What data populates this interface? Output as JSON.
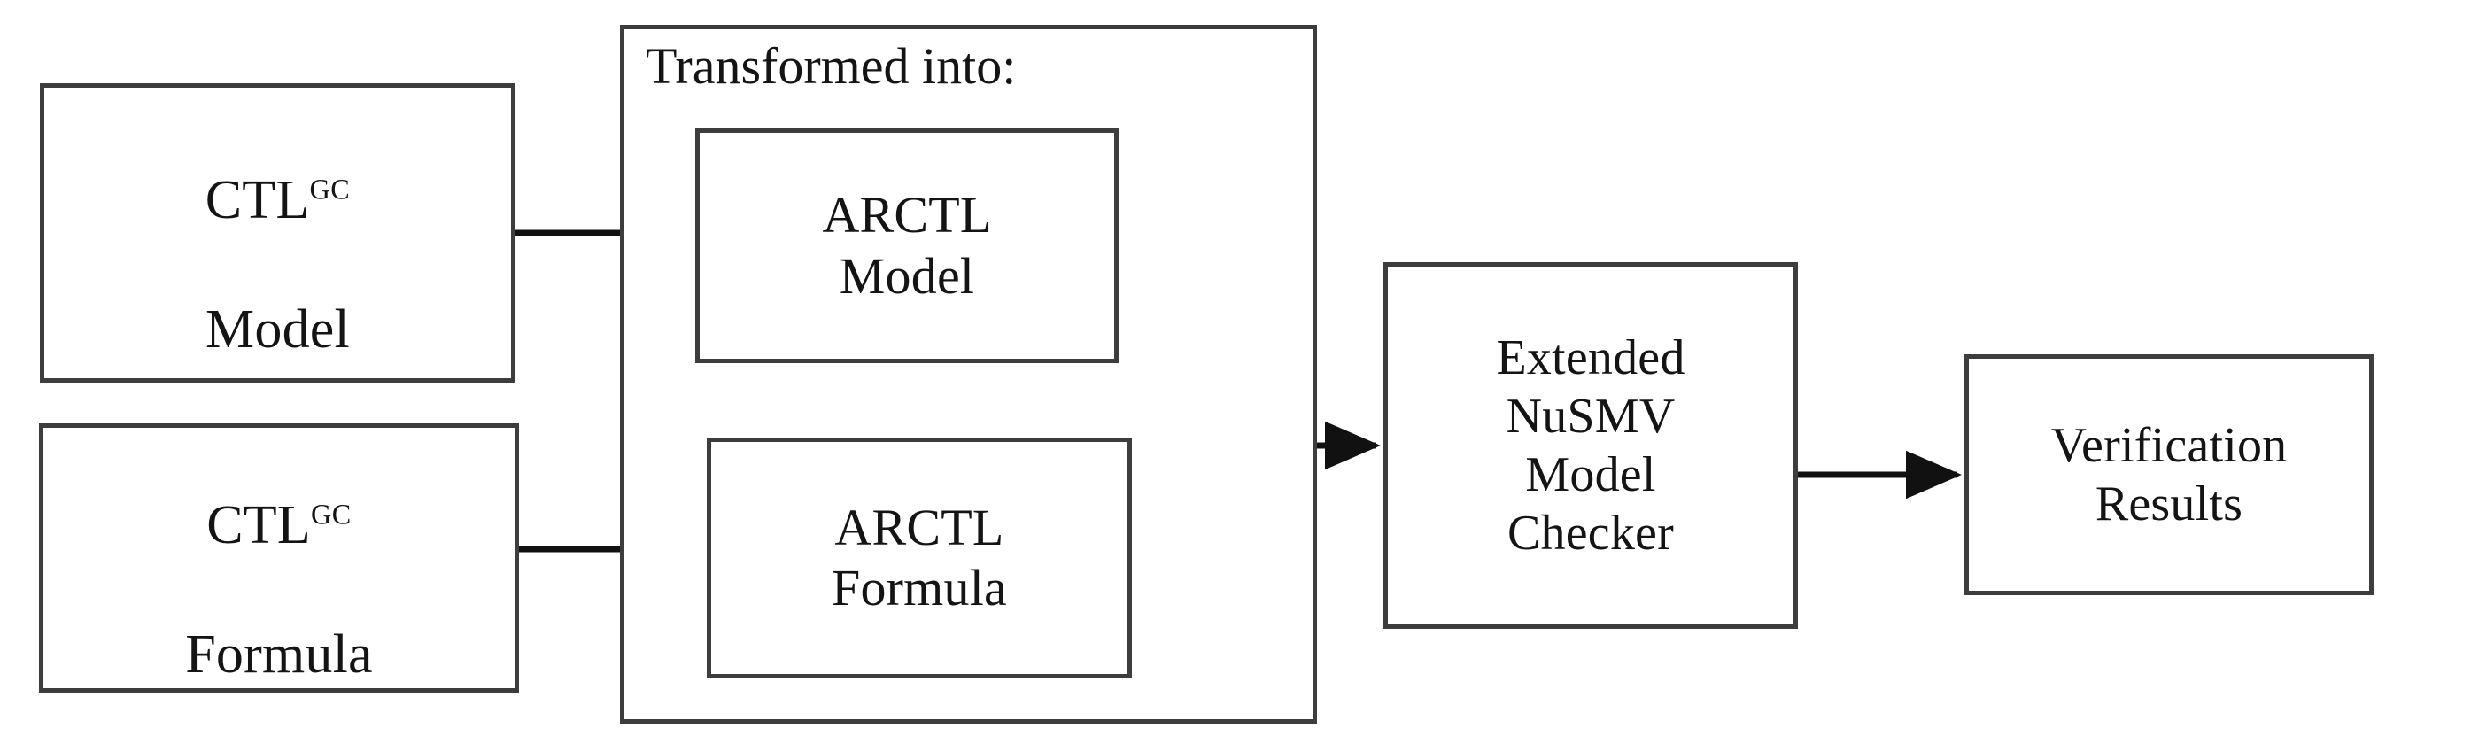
{
  "diagram": {
    "title": "CTL-GC to ARCTL model checking pipeline",
    "background_color": "#ffffff",
    "box_border_color": "#3d3d3d",
    "connector_color": "#111111",
    "text_color": "#141414"
  },
  "nodes": {
    "ctl_model": {
      "base": "CTL",
      "superscript": "GC",
      "second_line": "Model"
    },
    "ctl_formula": {
      "base": "CTL",
      "superscript": "GC",
      "second_line": "Formula"
    },
    "transformed_container": {
      "caption": "Transformed into:"
    },
    "arctl_model": {
      "label": "ARCTL\nModel"
    },
    "arctl_formula": {
      "label": "ARCTL\nFormula"
    },
    "nusmv": {
      "label": "Extended\nNuSMV\nModel\nChecker"
    },
    "verification_results": {
      "label": "Verification\nResults"
    }
  },
  "connectors": [
    {
      "name": "ctl-model-to-arctl-model",
      "from": "ctl_model",
      "to": "arctl_model",
      "style": "straight-arrow"
    },
    {
      "name": "ctl-formula-to-arctl-formula",
      "from": "ctl_formula",
      "to": "arctl_formula",
      "style": "straight-arrow"
    },
    {
      "name": "arctl-model-to-nusmv",
      "from": "arctl_model",
      "to": "nusmv",
      "style": "elbow-merge"
    },
    {
      "name": "arctl-formula-to-nusmv",
      "from": "arctl_formula",
      "to": "nusmv",
      "style": "elbow-merge"
    },
    {
      "name": "nusmv-to-verification-results",
      "from": "nusmv",
      "to": "verification_results",
      "style": "straight-arrow"
    }
  ]
}
